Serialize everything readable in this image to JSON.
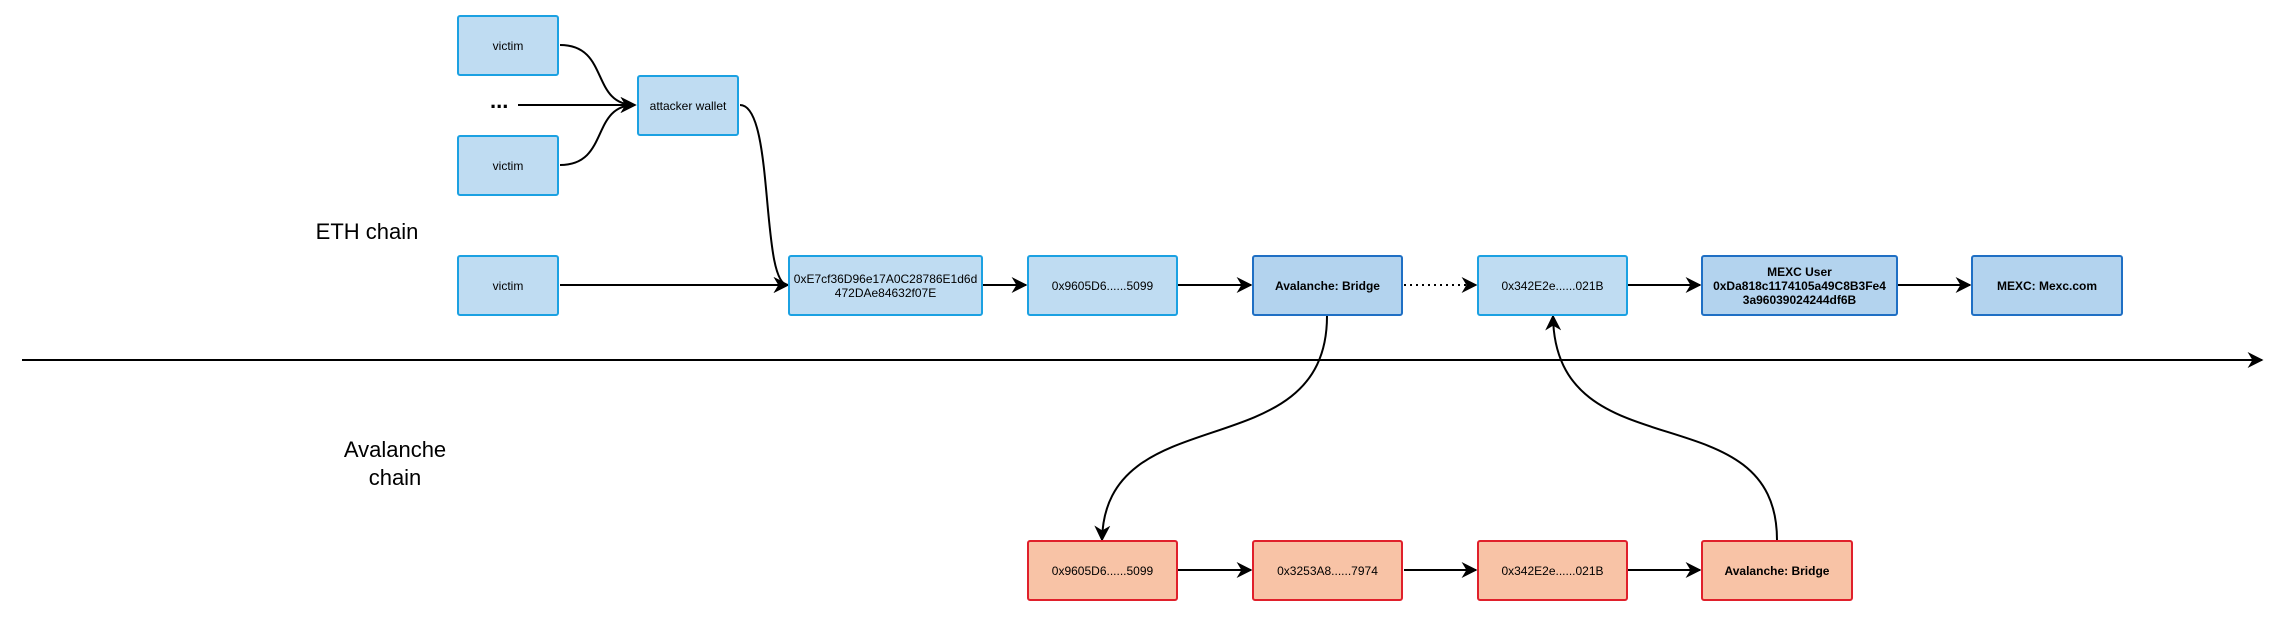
{
  "sections": {
    "eth_label": "ETH chain",
    "avax_label_line1": "Avalanche",
    "avax_label_line2": "chain"
  },
  "eth_nodes": {
    "victim_top": "victim",
    "ellipsis": "...",
    "victim_mid": "victim",
    "attacker_wallet": "attacker wallet",
    "victim_bottom": "victim",
    "addr_0xE7_line1": "0xE7cf36D96e17A0C28786E1d6d",
    "addr_0xE7_line2": "472DAe84632f07E",
    "addr_0x9605": "0x9605D6......5099",
    "avalanche_bridge": "Avalanche: Bridge",
    "addr_0x342E": "0x342E2e......021B",
    "mexc_user_line1": "MEXC User",
    "mexc_user_line2": "0xDa818c1174105a49C8B3Fe4",
    "mexc_user_line3": "3a96039024244df6B",
    "mexc_com": "MEXC: Mexc.com"
  },
  "avax_nodes": {
    "addr_0x9605": "0x9605D6......5099",
    "addr_0x3253": "0x3253A8......7974",
    "addr_0x342E": "0x342E2e......021B",
    "avalanche_bridge": "Avalanche: Bridge"
  },
  "colors": {
    "eth_fill": "#bfdcf2",
    "eth_stroke": "#1ba1e2",
    "eth_bold_stroke": "#1f6fc4",
    "avax_fill": "#f8c3a6",
    "avax_stroke": "#e0202b"
  }
}
